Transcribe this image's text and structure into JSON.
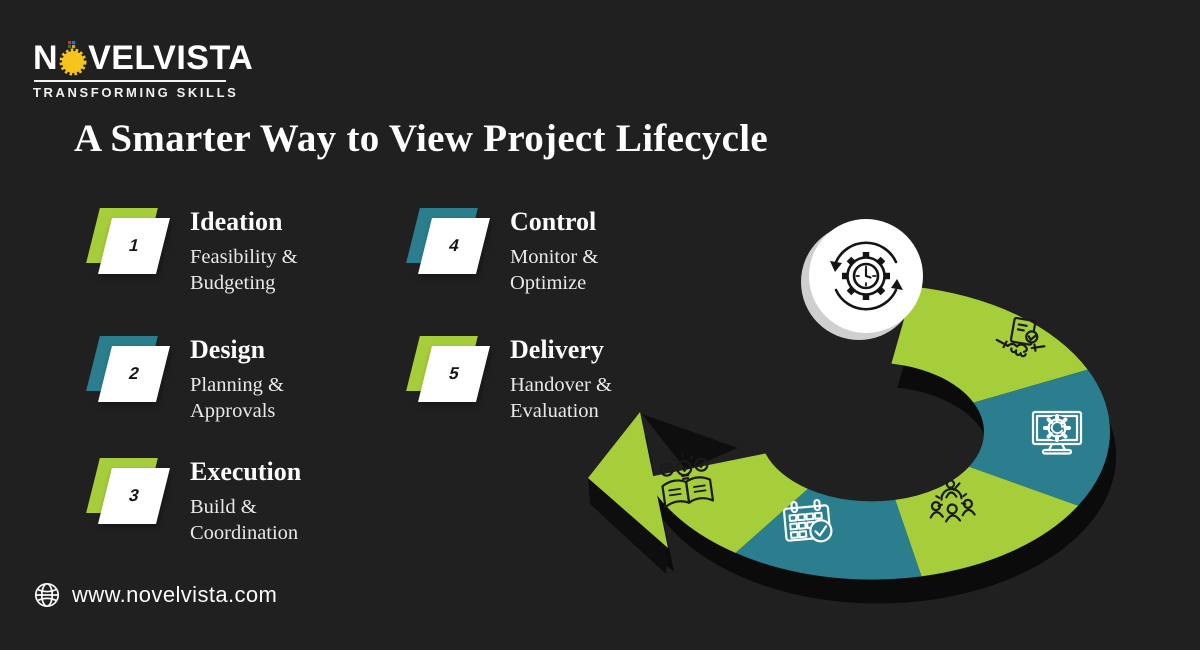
{
  "brand": {
    "prefix": "N",
    "suffix": "VELVISTA",
    "tagline": "TRANSFORMING SKILLS"
  },
  "title": "A Smarter Way to View Project Lifecycle",
  "steps": [
    {
      "number": "1",
      "title": "Ideation",
      "subtitle": "Feasibility & Budgeting",
      "badge_color": "green"
    },
    {
      "number": "2",
      "title": "Design",
      "subtitle": "Planning & Approvals",
      "badge_color": "teal"
    },
    {
      "number": "3",
      "title": "Execution",
      "subtitle": "Build & Coordination",
      "badge_color": "green"
    },
    {
      "number": "4",
      "title": "Control",
      "subtitle": "Monitor & Optimize",
      "badge_color": "teal"
    },
    {
      "number": "5",
      "title": "Delivery",
      "subtitle": "Handover & Evaluation",
      "badge_color": "green"
    }
  ],
  "diagram": {
    "type": "circular-lifecycle-arrow",
    "hub_icon": "process-clock-gear-icon",
    "segment_icons": [
      "agreement-handshake-icon",
      "monitor-gear-icon",
      "team-leader-icon",
      "calendar-check-icon",
      "research-book-idea-icon"
    ],
    "colors": {
      "green": "#a6ce3b",
      "teal": "#2a7e8d",
      "hub": "#ffffff",
      "shadow": "#0b0b0c"
    }
  },
  "footer": {
    "website": "www.novelvista.com"
  },
  "colors": {
    "background": "#202021",
    "text": "#f4f4f2"
  }
}
